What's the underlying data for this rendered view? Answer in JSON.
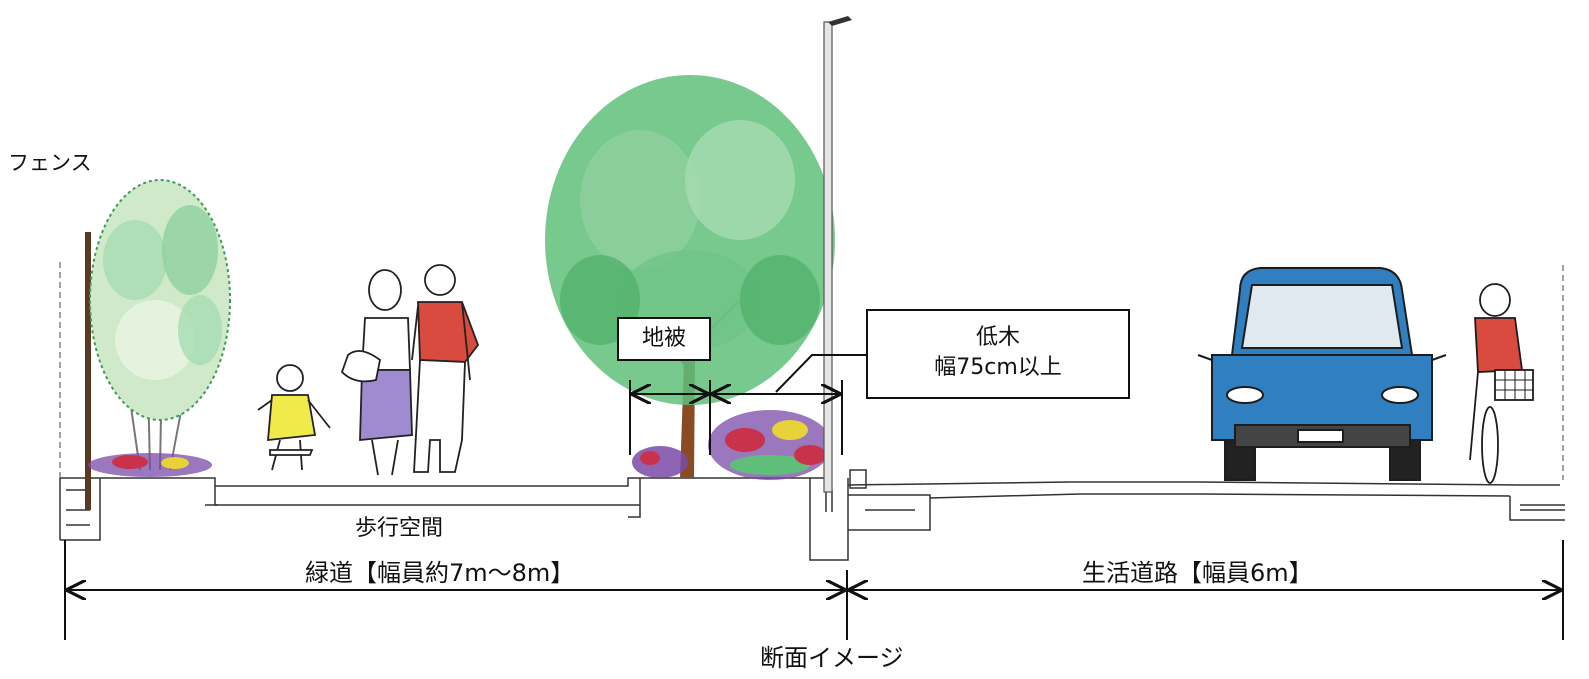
{
  "labels": {
    "fence": "フェンス",
    "ground_cover": "地被",
    "shrub_line1": "低木",
    "shrub_line2": "幅75cm以上",
    "walkway": "歩行空間",
    "greenway": "緑道【幅員約7m～8m】",
    "road": "生活道路【幅員6m】",
    "caption": "断面イメージ"
  },
  "colors": {
    "tree_leaf": "#5fbf7a",
    "tree_leaf_light": "#a6dcb2",
    "trunk": "#8a4a22",
    "car_body": "#2f7fc1",
    "shirt_red": "#d94a3f",
    "child_yellow": "#f0ea4a",
    "skirt_purple": "#a08ad0",
    "flower_red": "#c8324a",
    "flower_yellow": "#e8d23a",
    "flower_purple": "#7a4aa8"
  },
  "icons": [
    "fence",
    "tree-shrub",
    "child-figure",
    "woman-figure",
    "man-figure",
    "street-tree",
    "street-lamp",
    "car",
    "cyclist",
    "flower-bed"
  ]
}
